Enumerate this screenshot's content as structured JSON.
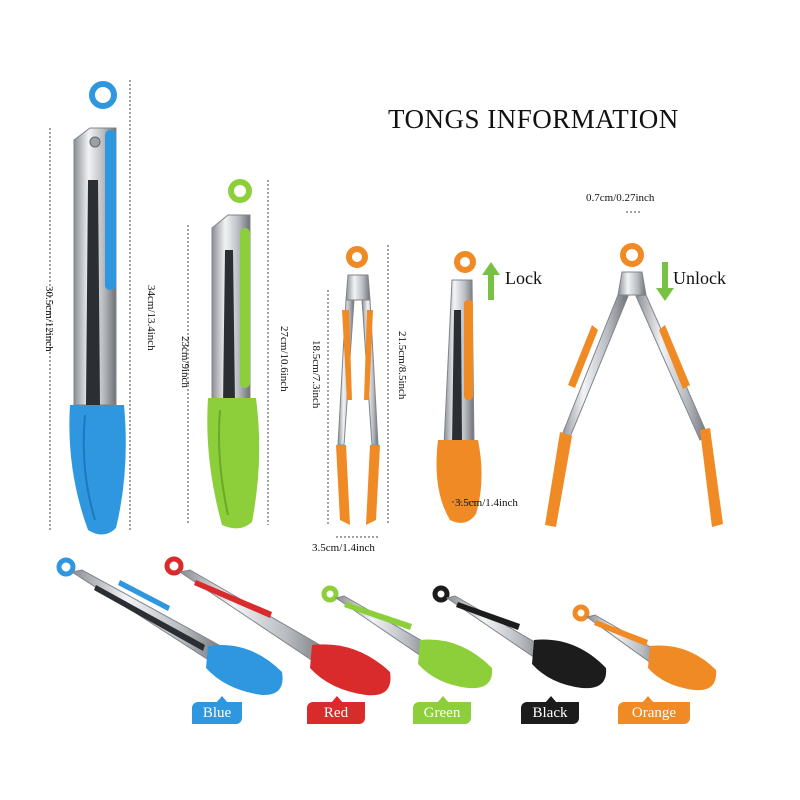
{
  "title": "TONGS INFORMATION",
  "dimensions": {
    "large_inner": "30.5cm/12inch",
    "large_outer": "34cm/13.4inch",
    "medium_inner": "23cm/9inch",
    "medium_outer": "27cm/10.6inch",
    "small_inner": "18.5cm/7.3inch",
    "small_outer": "21.5cm/8.5inch",
    "small_width": "3.5cm/1.4inch",
    "head_width": "3.5cm/1.4inch",
    "ring_width": "0.7cm/0.27inch"
  },
  "lock_label": "Lock",
  "unlock_label": "Unlock",
  "variants": [
    {
      "label": "Blue",
      "color": "#2f97e0"
    },
    {
      "label": "Red",
      "color": "#d92b2b"
    },
    {
      "label": "Green",
      "color": "#8ccf3a"
    },
    {
      "label": "Black",
      "color": "#1c1c1c"
    },
    {
      "label": "Orange",
      "color": "#f08a24"
    }
  ],
  "colors": {
    "steel": "#c9ccd0",
    "steel_dark": "#7c8086",
    "arrow_green": "#79c142"
  }
}
